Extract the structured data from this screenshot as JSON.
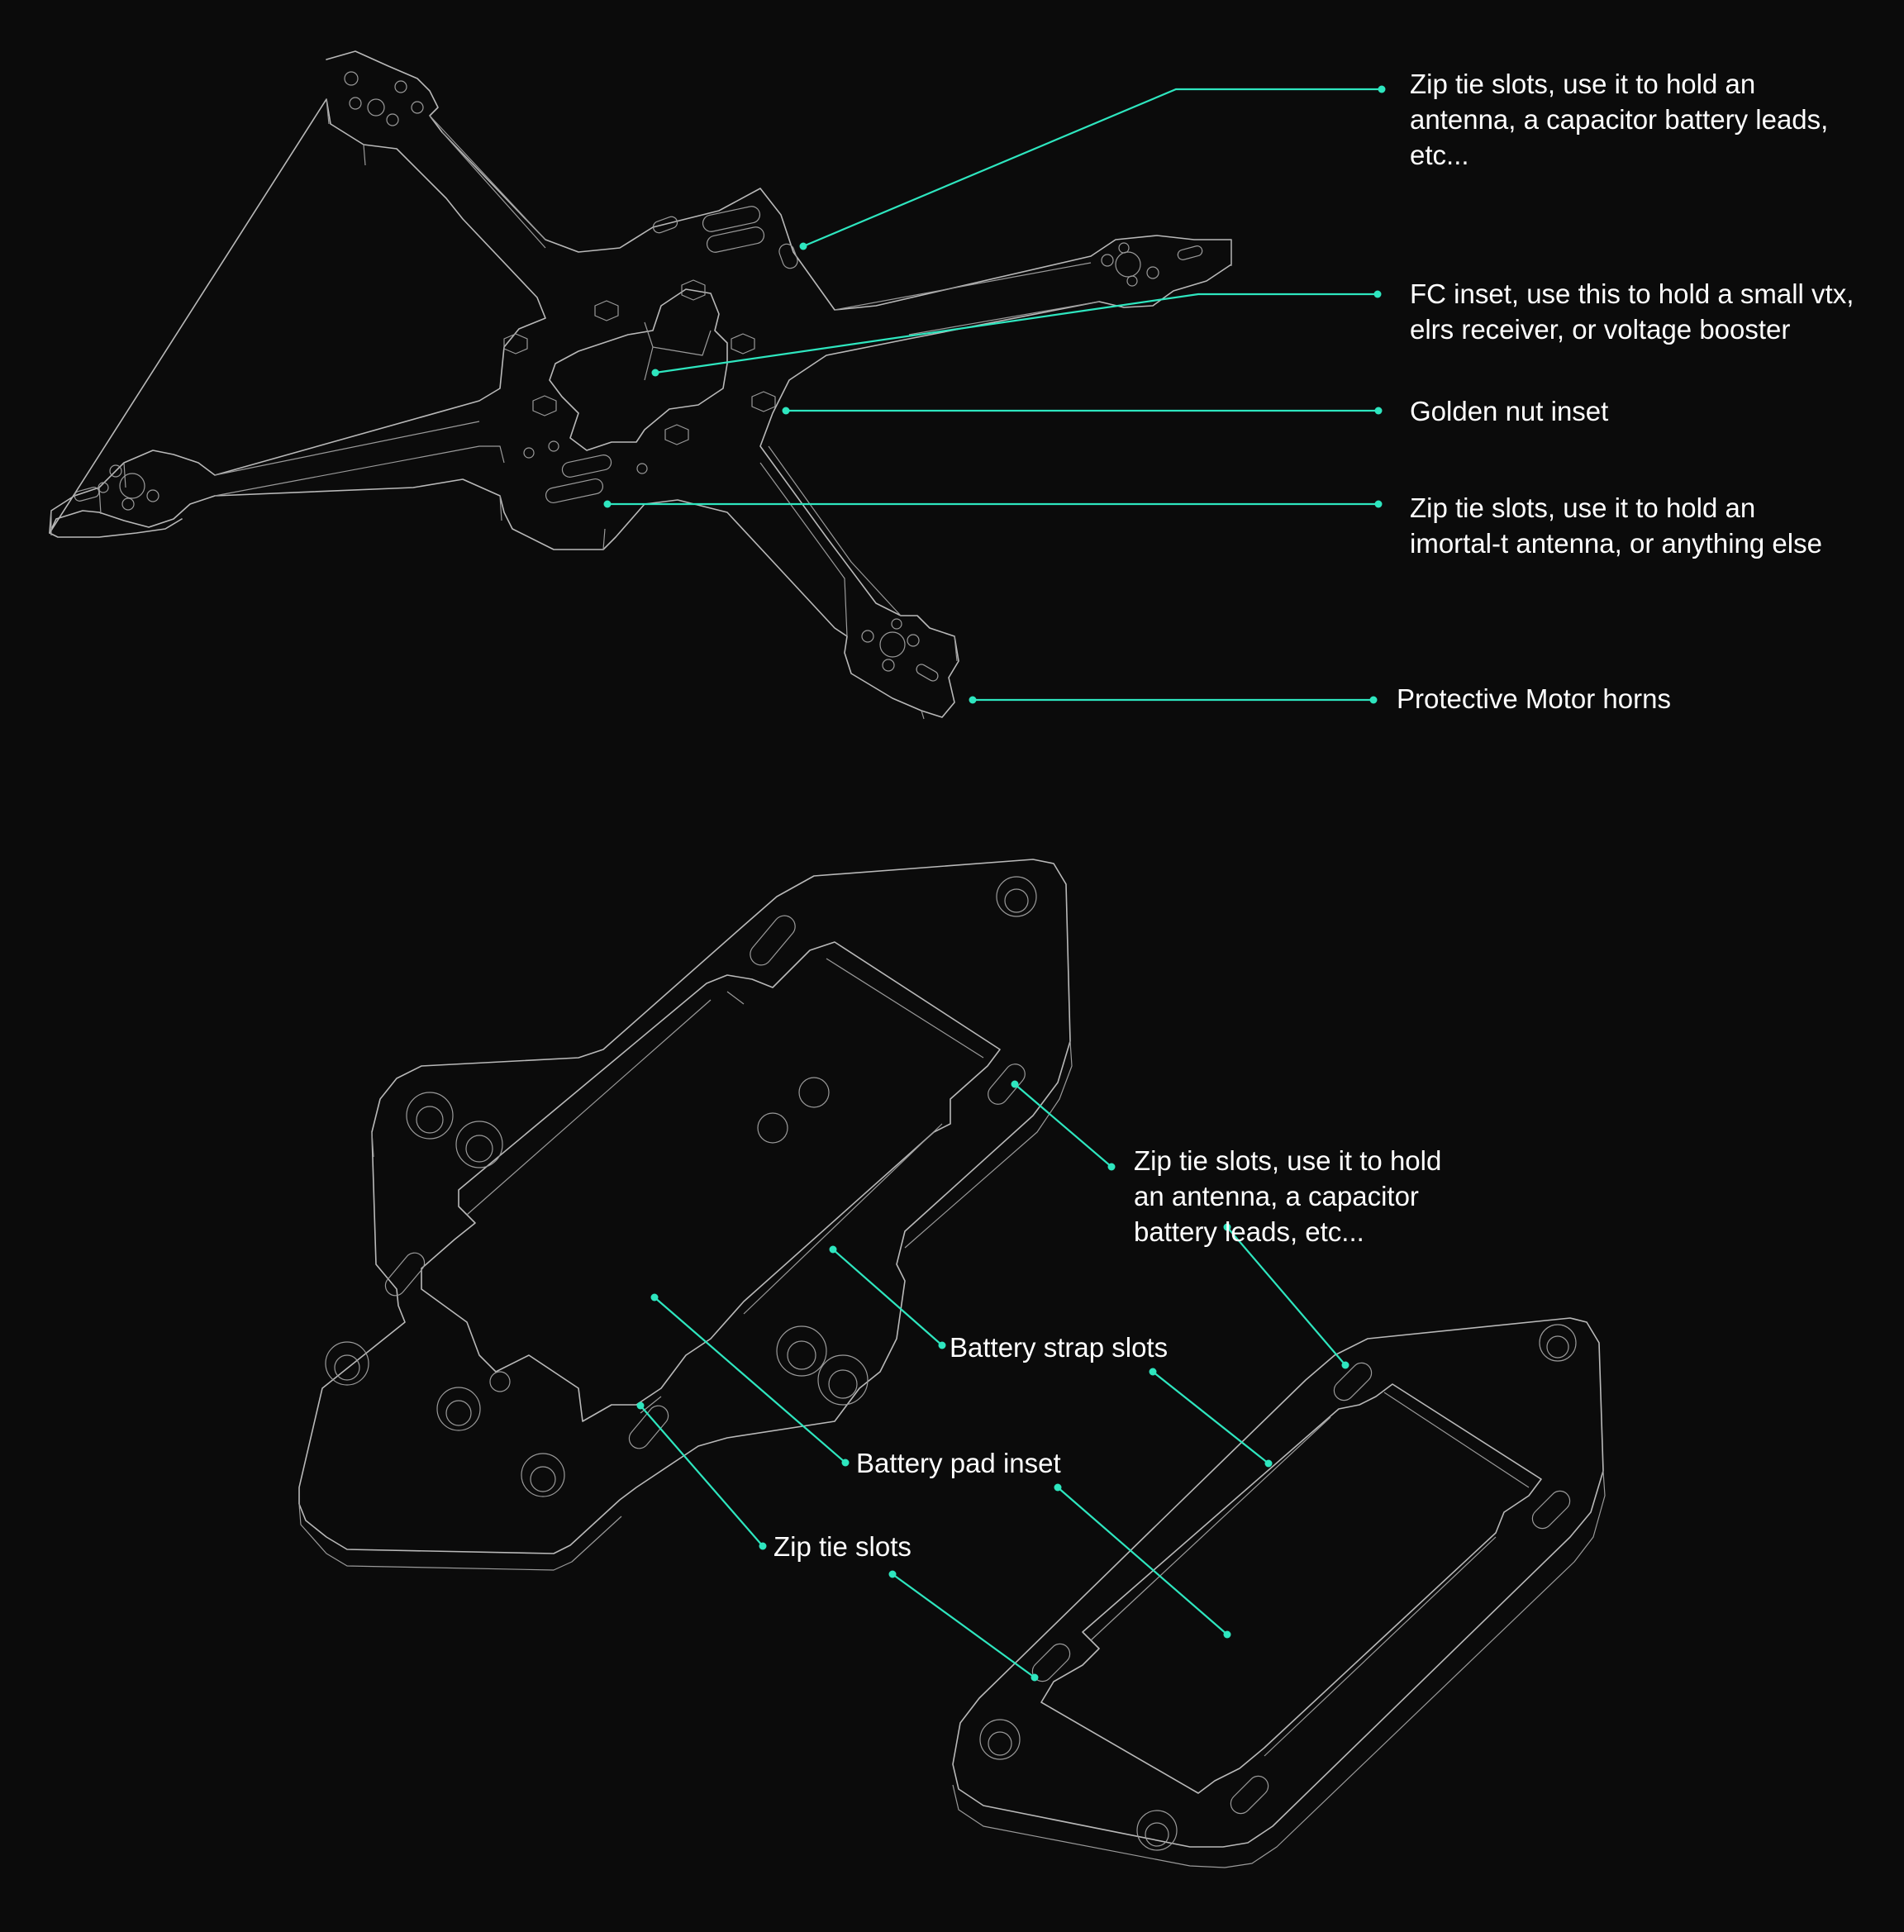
{
  "colors": {
    "background": "#0b0b0b",
    "accent": "#2ee6bf",
    "outline": "#b9b9b9",
    "text": "#ffffff"
  },
  "callouts": {
    "frame_zip_slots_top": "Zip tie slots, use it to hold an\nantenna, a capacitor battery leads,\netc...",
    "fc_inset": "FC inset, use this to hold a small vtx,\nelrs receiver, or voltage booster",
    "golden_nut_inset": "Golden nut inset",
    "frame_zip_slots_bottom": "Zip tie slots, use it to hold an\nimortal-t antenna, or anything else",
    "motor_horns": "Protective Motor horns",
    "plate_zip_slots_leads": "Zip tie slots, use it to hold\nan antenna, a capacitor\nbattery leads, etc...",
    "battery_strap_slots": "Battery strap slots",
    "battery_pad_inset": "Battery pad inset",
    "zip_tie_slots": "Zip tie slots"
  }
}
